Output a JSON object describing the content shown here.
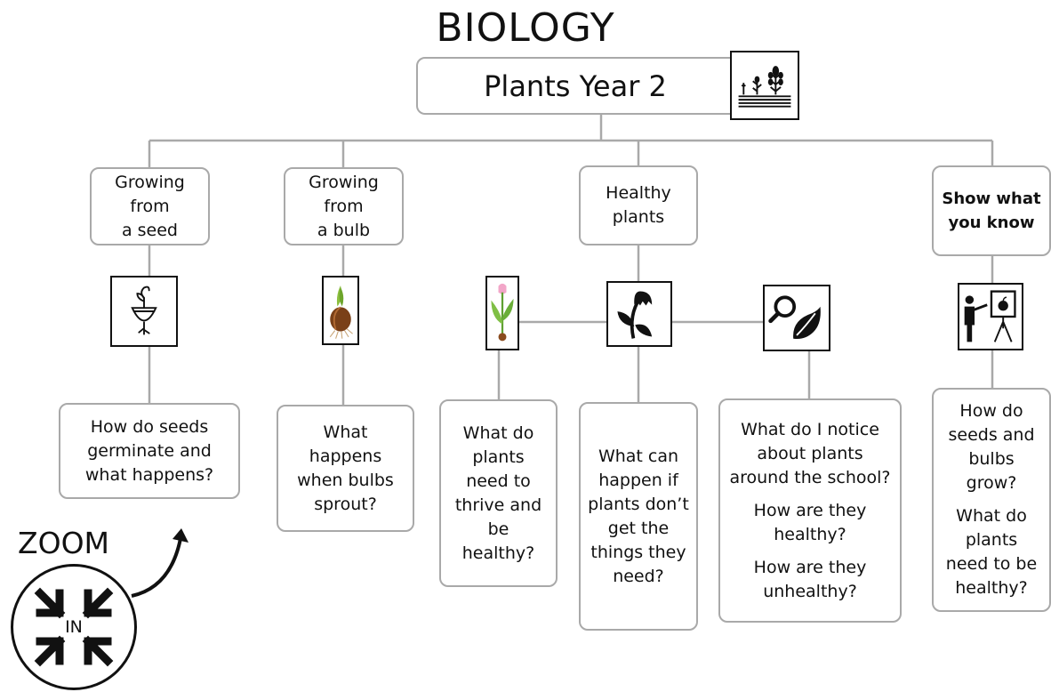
{
  "title": "BIOLOGY",
  "root": {
    "label": "Plants Year 2",
    "icon": "plant-rows-icon"
  },
  "topics": [
    {
      "label": "Growing\nfrom\na seed",
      "icon": "seed-germinating-icon",
      "questions": [
        "How do seeds germinate and what happens?"
      ]
    },
    {
      "label": "Growing\nfrom\na bulb",
      "icon": "bulb-sprouting-icon",
      "questions": [
        "What happens when bulbs sprout?"
      ]
    },
    {
      "label": "Healthy\nplants",
      "icon": "drooping-flower-icon",
      "questions": [
        "What can happen if plants don’t get the things they need?"
      ]
    },
    {
      "label": "Show what\nyou know",
      "icon": "teacher-presenting-icon",
      "questions": [
        "How do seeds and bulbs grow?",
        "What do plants need to be healthy?"
      ]
    }
  ],
  "side_nodes": [
    {
      "icon": "tulip-plant-icon",
      "questions": [
        "What do plants need to thrive and be healthy?"
      ]
    },
    {
      "icon": "magnifier-leaf-icon",
      "questions": [
        "What do I notice about plants around the school?",
        "How are they healthy?",
        "How are they unhealthy?"
      ]
    }
  ],
  "zoom": {
    "label": "ZOOM",
    "inner_label": "IN",
    "icon": "zoom-in-arrows-icon"
  },
  "colors": {
    "connector": "#a9a9a9",
    "box_border": "#a9a9a9",
    "icon_border": "#111111"
  }
}
